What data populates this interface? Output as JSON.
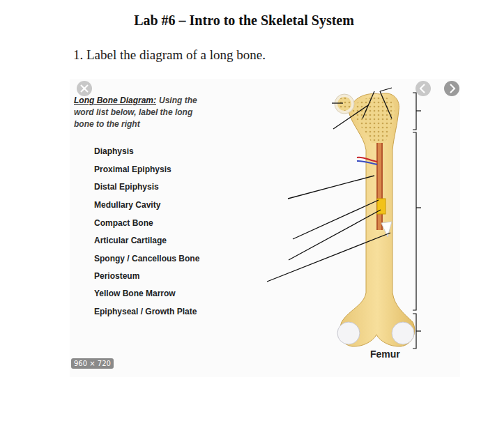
{
  "diagram": {
    "title": "Lab #6 – Intro to the Skeletal System",
    "nodes": [
      {
        "text": [
          "960 × 720"
        ]
      }
    ],
    "labels": [
      "1. Label the diagram of a long bone.",
      "Long Bone Diagram:",
      "Using the word list below, label the long bone to the right",
      "Diaphysis",
      "Proximal Epiphysis",
      "Distal Epiphysis",
      "Medullary Cavity",
      "Compact Bone",
      "Articular Cartilage",
      "Spongy / Cancellous Bone",
      "Periosteum",
      "Yellow Bone Marrow",
      "Epiphyseal / Growth Plate",
      "Femur"
    ]
  }
}
